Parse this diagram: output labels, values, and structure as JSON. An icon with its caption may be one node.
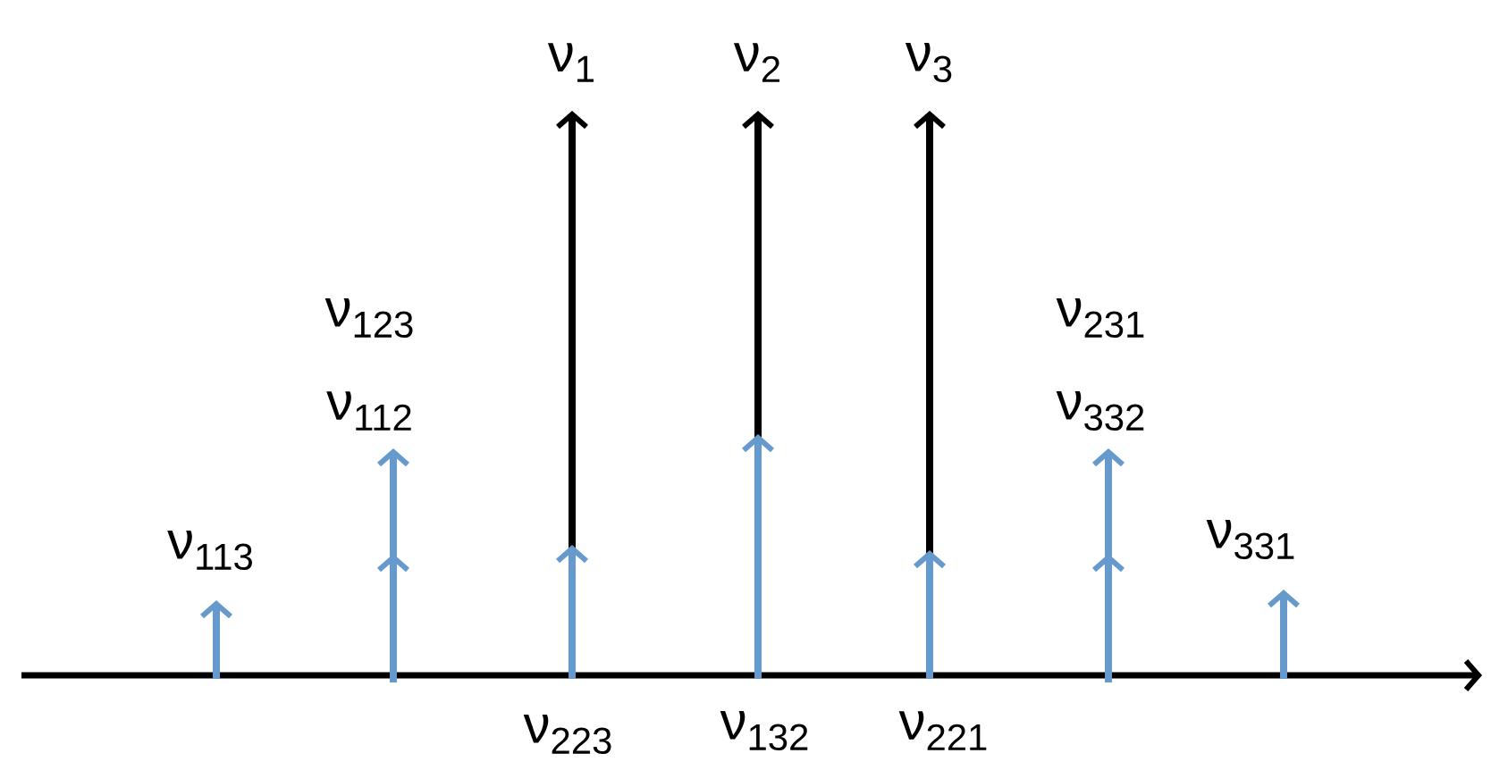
{
  "diagram": {
    "labels": [
      "ν$_{1}$",
      "ν$_{2}$",
      "ν$_{3}$",
      "ν$_{123}$",
      "ν$_{231}$",
      "ν$_{112}$",
      "ν$_{332}$",
      "ν$_{113}$",
      "ν$_{331}$",
      "ν$_{223}$",
      "ν$_{132}$",
      "ν$_{221}$"
    ]
  }
}
